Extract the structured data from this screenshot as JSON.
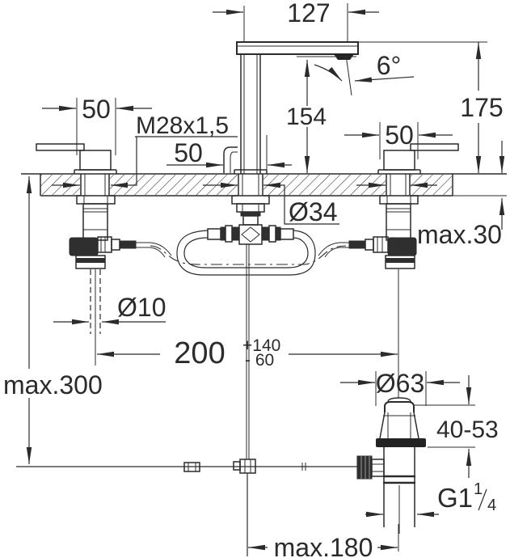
{
  "meta": {
    "background": "#ffffff",
    "line_color": "#2b2b2b"
  },
  "dims": {
    "spout_reach": "127",
    "spray_angle": "6°",
    "height_total": "175",
    "left_handle_width": "50",
    "thread": "M28x1,5",
    "center_clearance": "50",
    "spout_height": "154",
    "right_handle_width": "50",
    "center_hole_dia": "Ø34",
    "deck_thickness_max": "max.30",
    "rod_dia": "Ø10",
    "hole_pitch": "200",
    "hole_pitch_tol_plus": "+140",
    "hole_pitch_tol_minus": "- 60",
    "rod_length_max": "max.300",
    "waste_flange_dia": "Ø63",
    "basin_thickness_range": "40-53",
    "waste_thread_base": "G1",
    "waste_thread_numerator": "1",
    "waste_thread_denominator": "4",
    "horizontal_rod_max": "max.180"
  }
}
